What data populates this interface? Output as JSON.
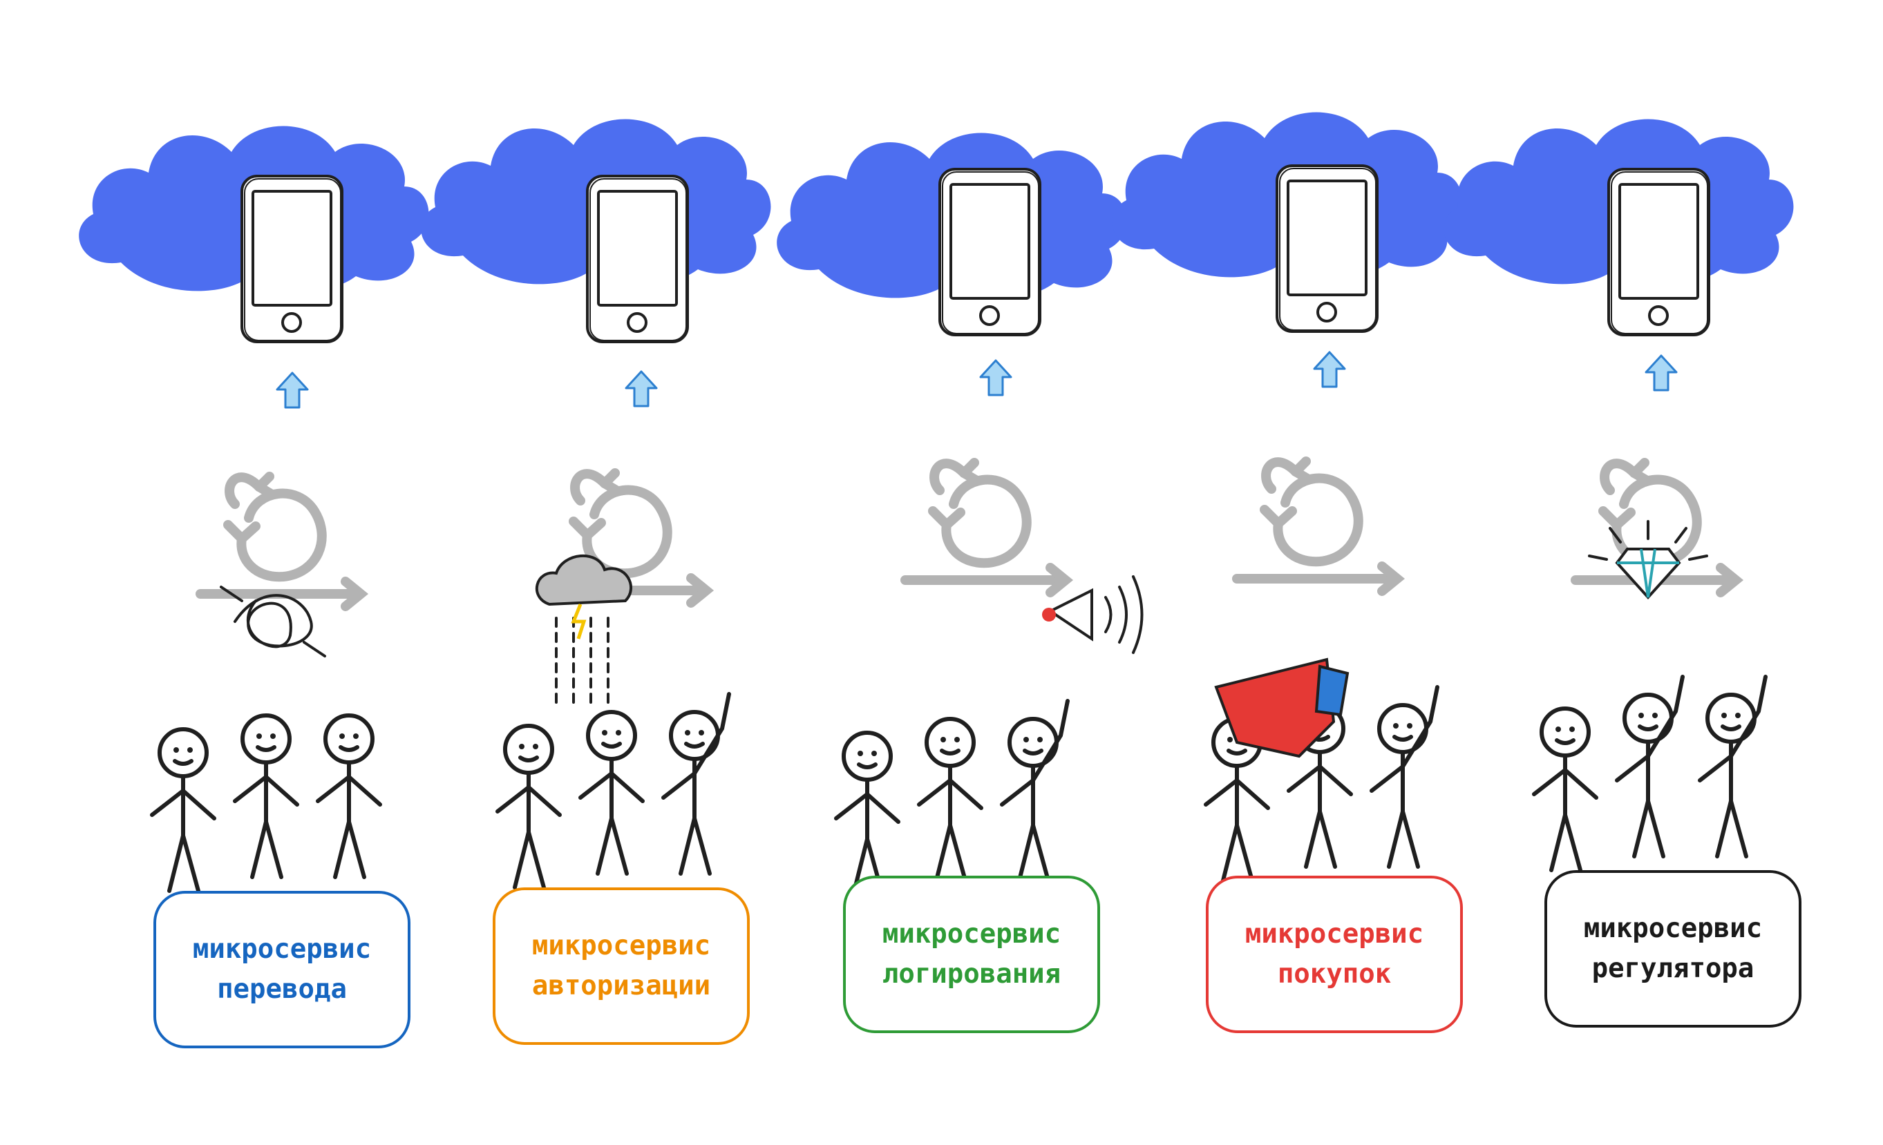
{
  "colors": {
    "cloud": "#4d6ef0",
    "arrow_fill": "#a9d8f6",
    "arrow_stroke": "#2c7fd0",
    "cycle_icon": "#b3b3b3",
    "ink": "#1f1f1f"
  },
  "columns": [
    {
      "id": "translation",
      "label": "микросервис\nперевода",
      "color": "#1565c0",
      "icons": [
        "cloud-icon",
        "smartphone-icon",
        "upload-arrow-icon",
        "iteration-cycle-icon"
      ],
      "team": {
        "mood": "confused",
        "figures": 3,
        "symbol": "tangled-scribble-icon"
      }
    },
    {
      "id": "authorization",
      "label": "микросервис\nавторизации",
      "color": "#ef8c00",
      "icons": [
        "cloud-icon",
        "smartphone-icon",
        "upload-arrow-icon",
        "iteration-cycle-icon"
      ],
      "team": {
        "mood": "gloomy",
        "figures": 3,
        "symbol": "storm-cloud-icon"
      }
    },
    {
      "id": "logging",
      "label": "микросервис\nлогирования",
      "color": "#2e9b36",
      "icons": [
        "cloud-icon",
        "smartphone-icon",
        "upload-arrow-icon",
        "iteration-cycle-icon"
      ],
      "team": {
        "mood": "announcing",
        "figures": 3,
        "symbol": "megaphone-icon"
      }
    },
    {
      "id": "purchases",
      "label": "микросервис\nпокупок",
      "color": "#e53935",
      "icons": [
        "cloud-icon",
        "smartphone-icon",
        "upload-arrow-icon",
        "iteration-cycle-icon"
      ],
      "team": {
        "mood": "heroic",
        "figures": 3,
        "symbol": "superhero-cape-icon"
      }
    },
    {
      "id": "regulator",
      "label": "микросервис\nрегулятора",
      "color": "#1a1a1a",
      "icons": [
        "cloud-icon",
        "smartphone-icon",
        "upload-arrow-icon",
        "iteration-cycle-icon"
      ],
      "team": {
        "mood": "celebrating",
        "figures": 3,
        "symbol": "diamond-icon"
      }
    }
  ]
}
